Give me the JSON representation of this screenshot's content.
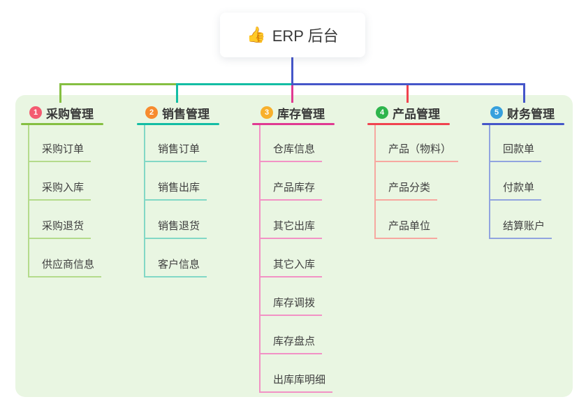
{
  "root": {
    "emoji": "👍",
    "label": "ERP 后台"
  },
  "colors": {
    "panel_bg": "#e9f6e2",
    "connector": {
      "green": "#85bf41",
      "teal": "#13bda4",
      "magenta": "#e03a92",
      "red": "#f0434f",
      "blue": "#4556c9"
    }
  },
  "branches": [
    {
      "num": "1",
      "title": "采购管理",
      "badge_color": "#f45b70",
      "line_color": "#85bf41",
      "child_line_color": "#b4db8b",
      "children": [
        "采购订单",
        "采购入库",
        "采购退货",
        "供应商信息"
      ]
    },
    {
      "num": "2",
      "title": "销售管理",
      "badge_color": "#f78b2e",
      "line_color": "#13bda4",
      "child_line_color": "#82d8c6",
      "children": [
        "销售订单",
        "销售出库",
        "销售退货",
        "客户信息"
      ]
    },
    {
      "num": "3",
      "title": "库存管理",
      "badge_color": "#f8b02c",
      "line_color": "#e03a92",
      "child_line_color": "#f292c5",
      "children": [
        "仓库信息",
        "产品库存",
        "其它出库",
        "其它入库",
        "库存调拨",
        "库存盘点",
        "出库库明细"
      ]
    },
    {
      "num": "4",
      "title": "产品管理",
      "badge_color": "#2eb54c",
      "line_color": "#f0434f",
      "child_line_color": "#f7a8a0",
      "children": [
        "产品（物料）",
        "产品分类",
        "产品单位"
      ]
    },
    {
      "num": "5",
      "title": "财务管理",
      "badge_color": "#36a0dd",
      "line_color": "#4556c9",
      "child_line_color": "#91a4df",
      "children": [
        "回款单",
        "付款单",
        "结算账户"
      ]
    }
  ]
}
